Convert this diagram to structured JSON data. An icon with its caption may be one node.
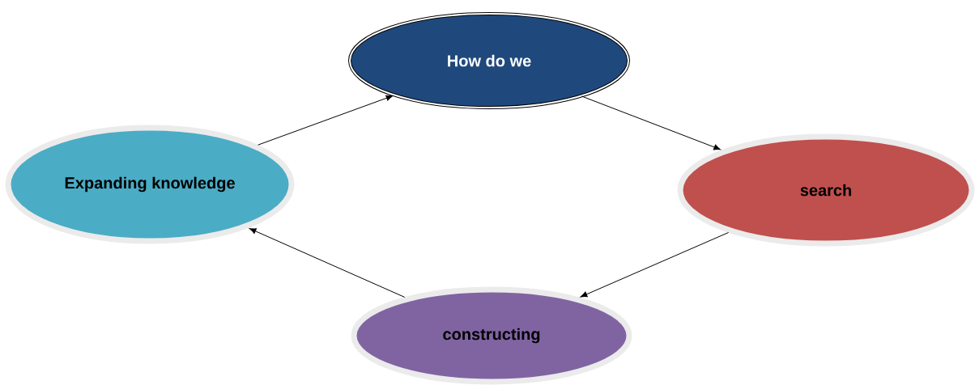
{
  "diagram": {
    "nodes": [
      {
        "text": [
          "How do we"
        ]
      },
      {
        "text": [
          "search"
        ]
      },
      {
        "text": [
          "constructing"
        ]
      },
      {
        "text": [
          "Expanding knowledge"
        ]
      }
    ],
    "edges": [
      {
        "from": 3,
        "to": 0,
        "arrow": "to"
      },
      {
        "from": 0,
        "to": 1,
        "arrow": "to"
      },
      {
        "from": 1,
        "to": 2,
        "arrow": "to"
      },
      {
        "from": 2,
        "to": 3,
        "arrow": "to"
      }
    ]
  }
}
